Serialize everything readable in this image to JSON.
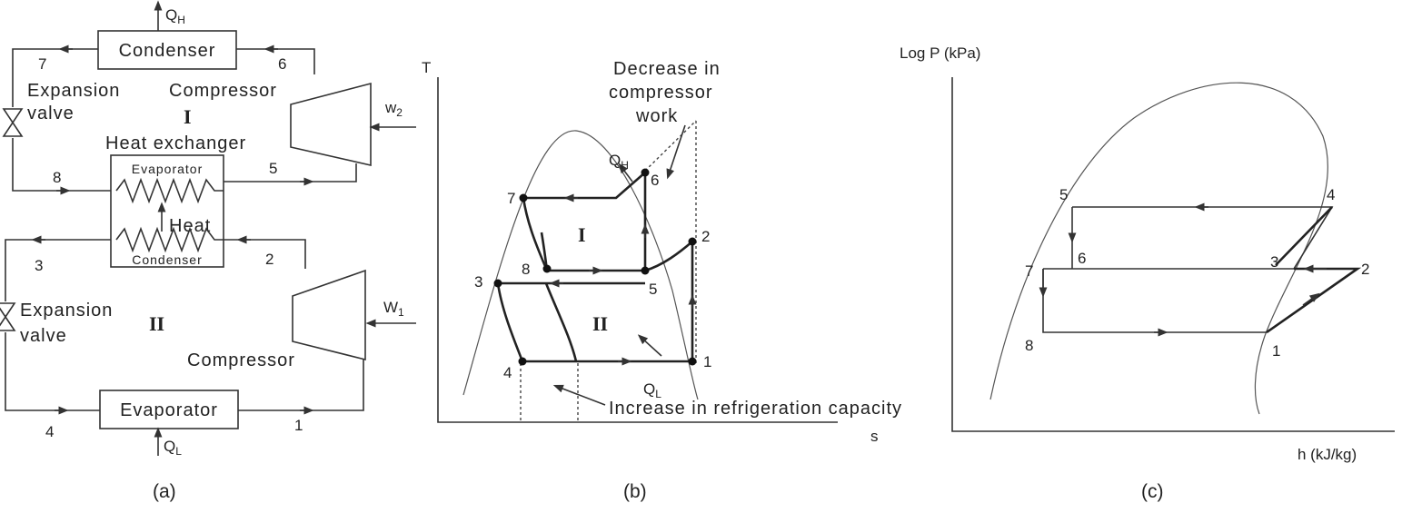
{
  "panel_a": {
    "caption": "(a)",
    "condenser_top": "Condenser",
    "condenser_bottom": "Condenser",
    "evaporator_top": "Evaporator",
    "evaporator_bottom": "Evaporator",
    "heat_exchanger": "Heat exchanger",
    "heat": "Heat",
    "expansion_line1": "Expansion",
    "expansion_line2": "valve",
    "compressor": "Compressor",
    "qh_sym": "Q",
    "qh_sub": "H",
    "ql_sym": "Q",
    "ql_sub": "L",
    "w2_sym": "w",
    "w2_sub": "2",
    "w1_sym": "W",
    "w1_sub": "1",
    "stage1": "I",
    "stage2": "II",
    "points": [
      "1",
      "2",
      "3",
      "4",
      "5",
      "6",
      "7",
      "8"
    ]
  },
  "panel_b": {
    "caption": "(b)",
    "y_axis": "T",
    "x_axis": "s",
    "ann_top_l1": "Decrease in",
    "ann_top_l2": "compressor",
    "ann_top_l3": "work",
    "ann_bottom": "Increase in refrigeration capacity",
    "qh_sym": "Q",
    "qh_sub": "H",
    "ql_sym": "Q",
    "ql_sub": "L",
    "stage1": "I",
    "stage2": "II",
    "points": [
      "1",
      "2",
      "3",
      "4",
      "5",
      "6",
      "7",
      "8"
    ]
  },
  "panel_c": {
    "caption": "(c)",
    "y_axis": "Log P (kPa)",
    "x_axis": "h (kJ/kg)",
    "points": [
      "1",
      "2",
      "3",
      "4",
      "5",
      "6",
      "7",
      "8"
    ]
  }
}
